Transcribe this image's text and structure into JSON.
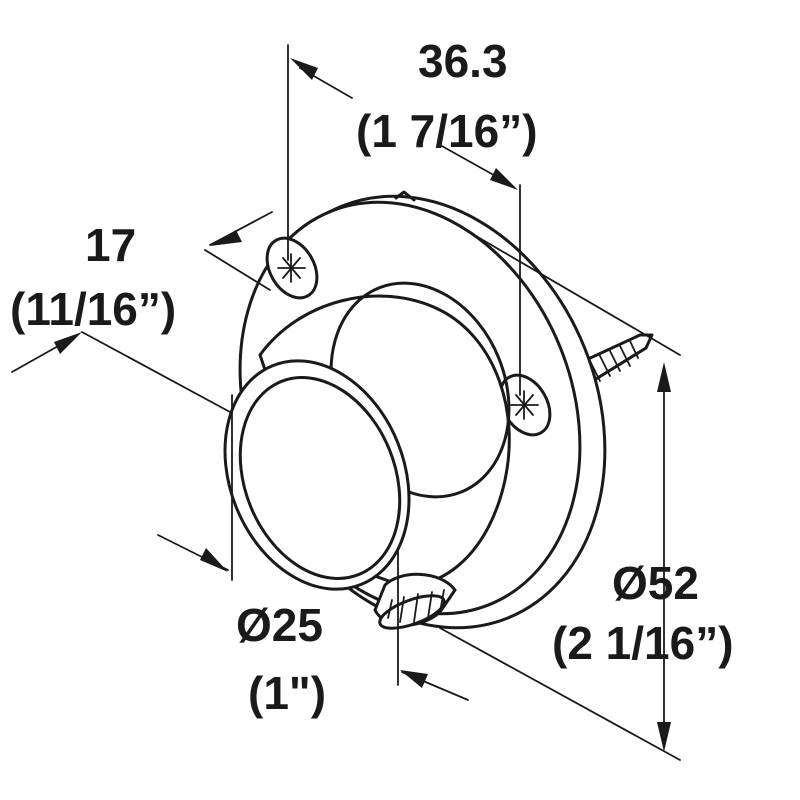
{
  "dimensions": {
    "depth": {
      "metric": "36.3",
      "imperial": "(1 7/16”)"
    },
    "flange_thickness": {
      "metric": "17",
      "imperial": "(11/16”)"
    },
    "flange_diameter": {
      "metric": "Ø52",
      "imperial": "(2 1/16”)"
    },
    "rod_diameter": {
      "metric": "Ø25",
      "imperial": "(1\")"
    }
  }
}
